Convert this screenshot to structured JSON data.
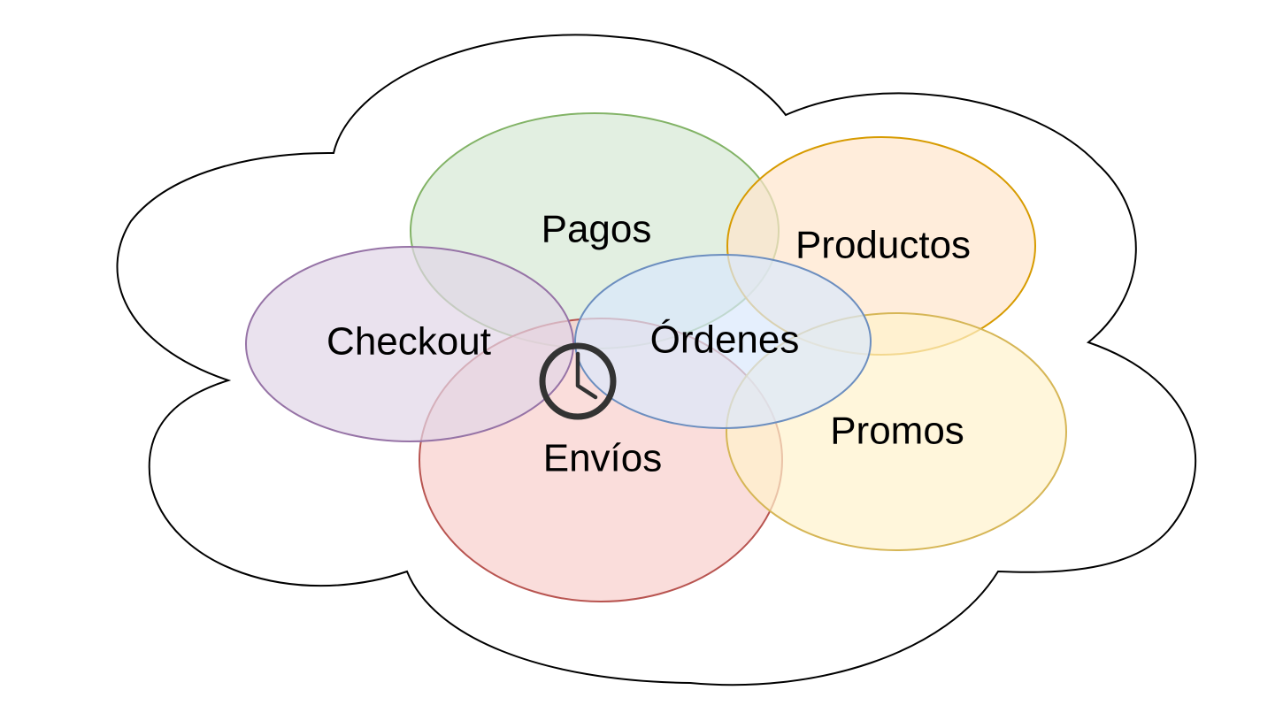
{
  "diagram": {
    "container": {
      "shape": "cloud",
      "stroke": "#000000",
      "fill": "#ffffff"
    },
    "domains": [
      {
        "id": "pagos",
        "label": "Pagos",
        "fill": "#d5e8d4",
        "stroke": "#82b366"
      },
      {
        "id": "productos",
        "label": "Productos",
        "fill": "#ffe6cc",
        "stroke": "#d79b00"
      },
      {
        "id": "envios",
        "label": "Envíos",
        "fill": "#f8cecc",
        "stroke": "#b85450"
      },
      {
        "id": "promos",
        "label": "Promos",
        "fill": "#fff2cc",
        "stroke": "#d6b656"
      },
      {
        "id": "checkout",
        "label": "Checkout",
        "fill": "#e1d5e7",
        "stroke": "#9673a6"
      },
      {
        "id": "ordenes",
        "label": "Órdenes",
        "fill": "#dae8fc",
        "stroke": "#6c8ebf"
      }
    ],
    "icon": {
      "name": "clock-icon",
      "color": "#333333"
    }
  }
}
